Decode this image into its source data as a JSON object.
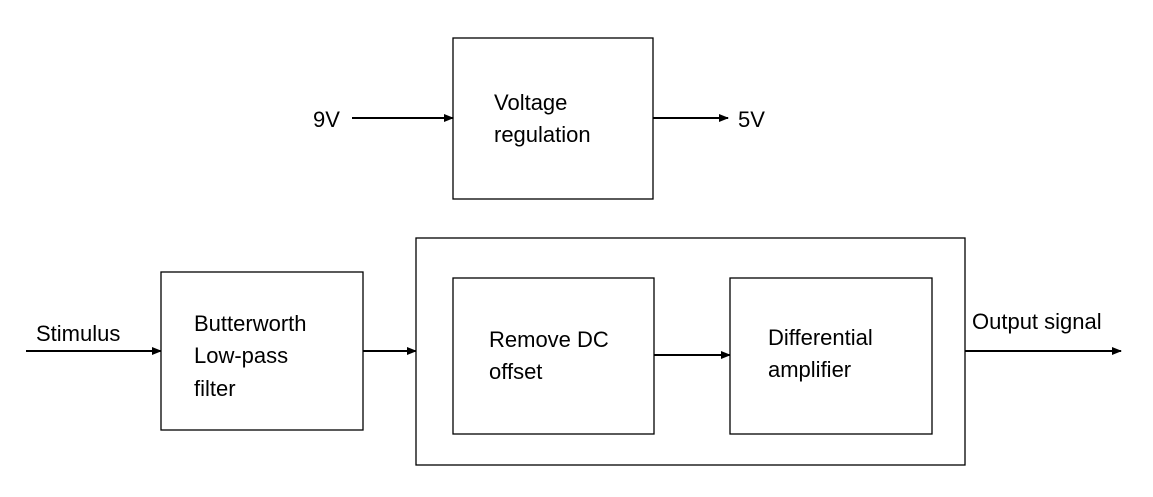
{
  "blocks": {
    "voltage_regulation": {
      "line1": "Voltage",
      "line2": "regulation"
    },
    "butterworth": {
      "line1": "Butterworth",
      "line2": "Low-pass",
      "line3": "filter"
    },
    "remove_dc": {
      "line1": "Remove DC",
      "line2": "offset"
    },
    "diff_amp": {
      "line1": "Differential",
      "line2": "amplifier"
    }
  },
  "signals": {
    "input_voltage": "9V",
    "output_voltage": "5V",
    "stimulus": "Stimulus",
    "output_signal": "Output signal"
  },
  "colors": {
    "stroke": "#000000",
    "background": "#ffffff"
  }
}
